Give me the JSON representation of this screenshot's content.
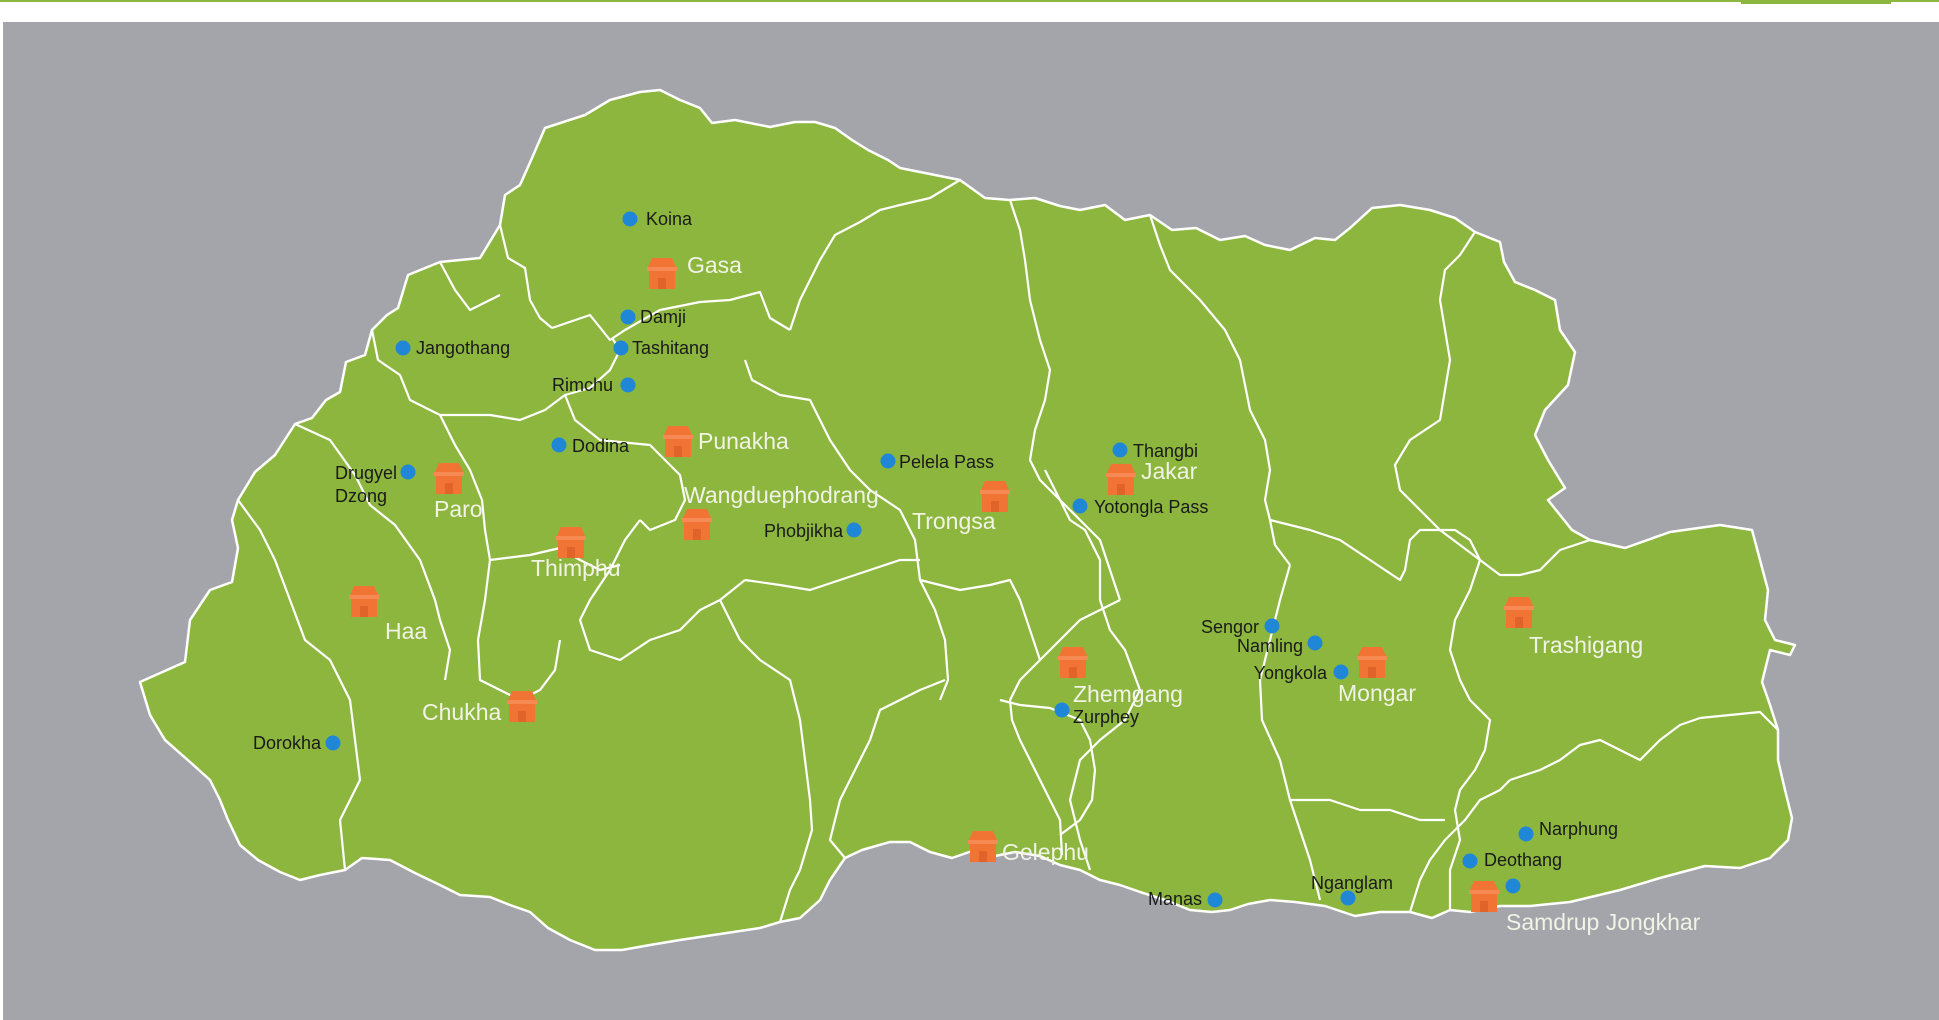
{
  "colors": {
    "background": "#a3a5aa",
    "country_fill": "#8db63f",
    "border": "#ffffff",
    "pin": "#1f87d6",
    "dzong_icon": "#f27435",
    "town_label": "#f1f3e6",
    "pin_label": "#1a1a1a"
  },
  "icons": {
    "pin": "blue-dot-icon",
    "dzong": "dzong-building-icon"
  },
  "towns": [
    {
      "id": "gasa",
      "label": "Gasa"
    },
    {
      "id": "punakha",
      "label": "Punakha"
    },
    {
      "id": "paro",
      "label": "Paro"
    },
    {
      "id": "thimphu",
      "label": "Thimphu"
    },
    {
      "id": "wangduephodrang",
      "label": "Wangduephodrang"
    },
    {
      "id": "haa",
      "label": "Haa"
    },
    {
      "id": "chukha",
      "label": "Chukha"
    },
    {
      "id": "trongsa",
      "label": "Trongsa"
    },
    {
      "id": "jakar",
      "label": "Jakar"
    },
    {
      "id": "zhemgang",
      "label": "Zhemgang"
    },
    {
      "id": "gelephu",
      "label": "Gelephu"
    },
    {
      "id": "mongar",
      "label": "Mongar"
    },
    {
      "id": "trashigang",
      "label": "Trashigang"
    },
    {
      "id": "samdrup-jongkhar",
      "label": "Samdrup Jongkhar"
    }
  ],
  "places": [
    {
      "id": "koina",
      "label": "Koina"
    },
    {
      "id": "damji",
      "label": "Damji"
    },
    {
      "id": "tashitang",
      "label": "Tashitang"
    },
    {
      "id": "jangothang",
      "label": "Jangothang"
    },
    {
      "id": "rimchu",
      "label": "Rimchu"
    },
    {
      "id": "dodina",
      "label": "Dodina"
    },
    {
      "id": "drugyel-dzong",
      "label_line1": "Drugyel",
      "label_line2": "Dzong"
    },
    {
      "id": "pelela-pass",
      "label": "Pelela Pass"
    },
    {
      "id": "phobjikha",
      "label": "Phobjikha"
    },
    {
      "id": "thangbi",
      "label": "Thangbi"
    },
    {
      "id": "yotongla-pass",
      "label": "Yotongla Pass"
    },
    {
      "id": "dorokha",
      "label": "Dorokha"
    },
    {
      "id": "sengor",
      "label": "Sengor"
    },
    {
      "id": "namling",
      "label": "Namling"
    },
    {
      "id": "yongkola",
      "label": "Yongkola"
    },
    {
      "id": "zurphey",
      "label": "Zurphey"
    },
    {
      "id": "narphung",
      "label": "Narphung"
    },
    {
      "id": "deothang",
      "label": "Deothang"
    },
    {
      "id": "manas",
      "label": "Manas"
    },
    {
      "id": "nganglam",
      "label": "Nganglam"
    }
  ]
}
